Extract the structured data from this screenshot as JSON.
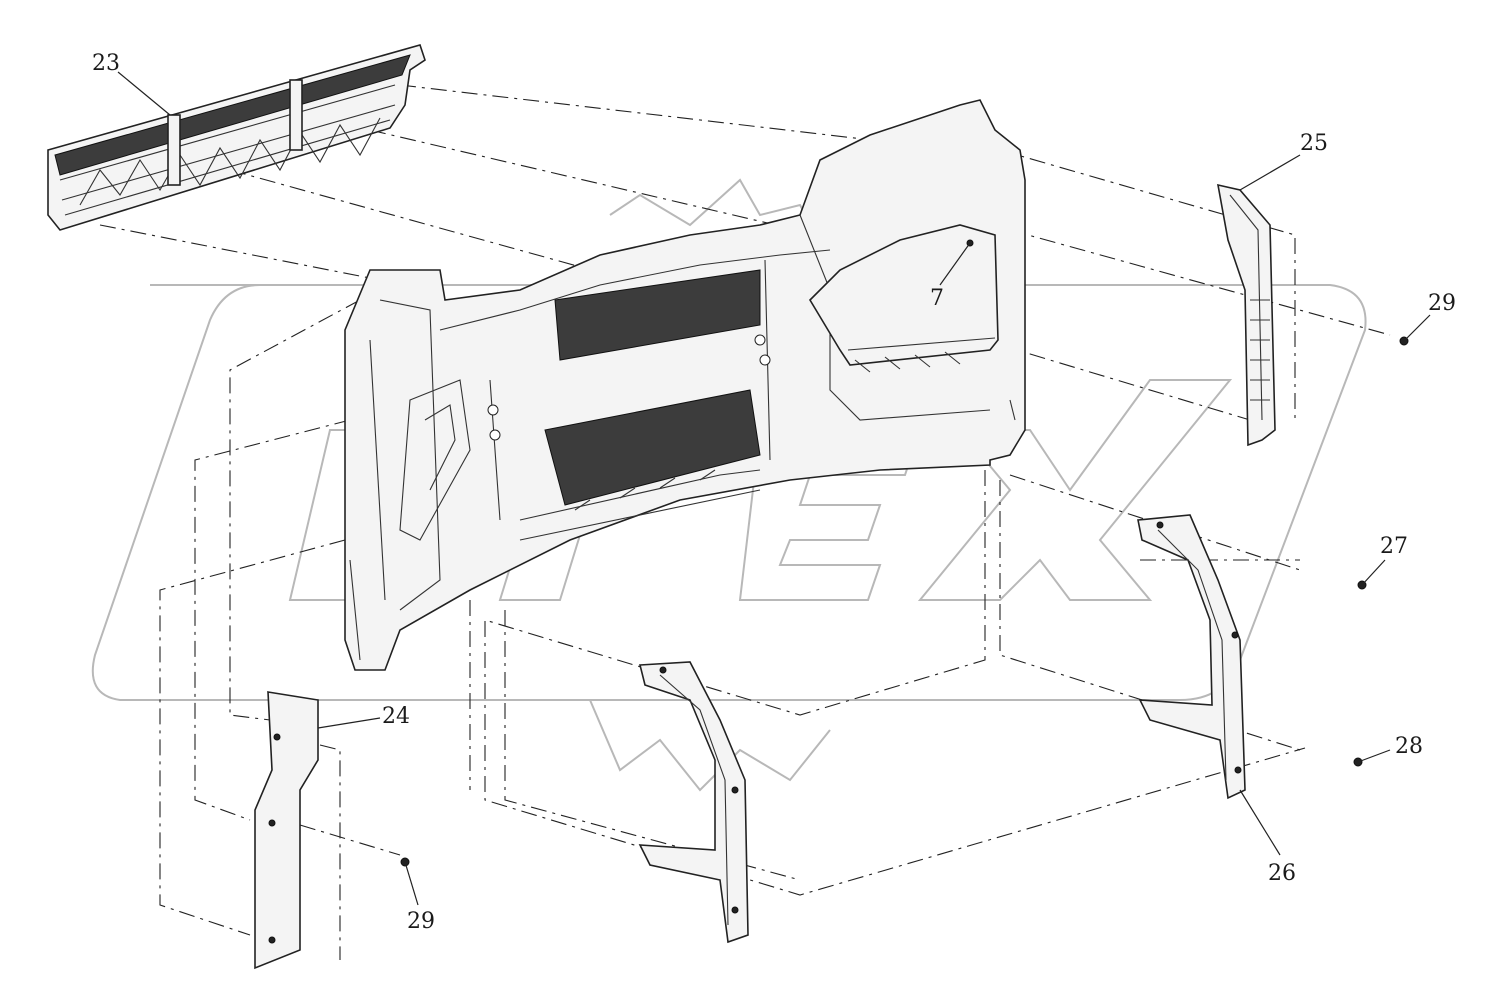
{
  "callouts": {
    "c23": "23",
    "c25": "25",
    "c7": "7",
    "c29_right": "29",
    "c27": "27",
    "c28": "28",
    "c24": "24",
    "c29_left": "29",
    "c26": "26"
  }
}
